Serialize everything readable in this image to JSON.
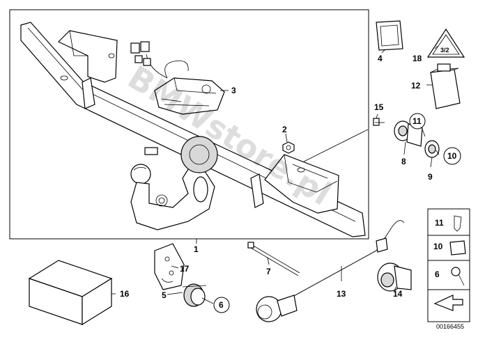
{
  "diagram_id": "00166455",
  "watermark": "BMWstore.pl",
  "callouts": {
    "c1": "1",
    "c2": "2",
    "c3": "3",
    "c4": "4",
    "c5": "5",
    "c6": "6",
    "c7": "7",
    "c8": "8",
    "c9": "9",
    "c10": "10",
    "c11": "11",
    "c12": "12",
    "c13": "13",
    "c14": "14",
    "c15": "15",
    "c16": "16",
    "c17": "17",
    "c18": "18"
  },
  "legend": {
    "item_11": "11",
    "item_10": "10",
    "item_6": "6"
  },
  "colors": {
    "line": "#000000",
    "background": "#ffffff",
    "shade": "#d8d8d8"
  }
}
